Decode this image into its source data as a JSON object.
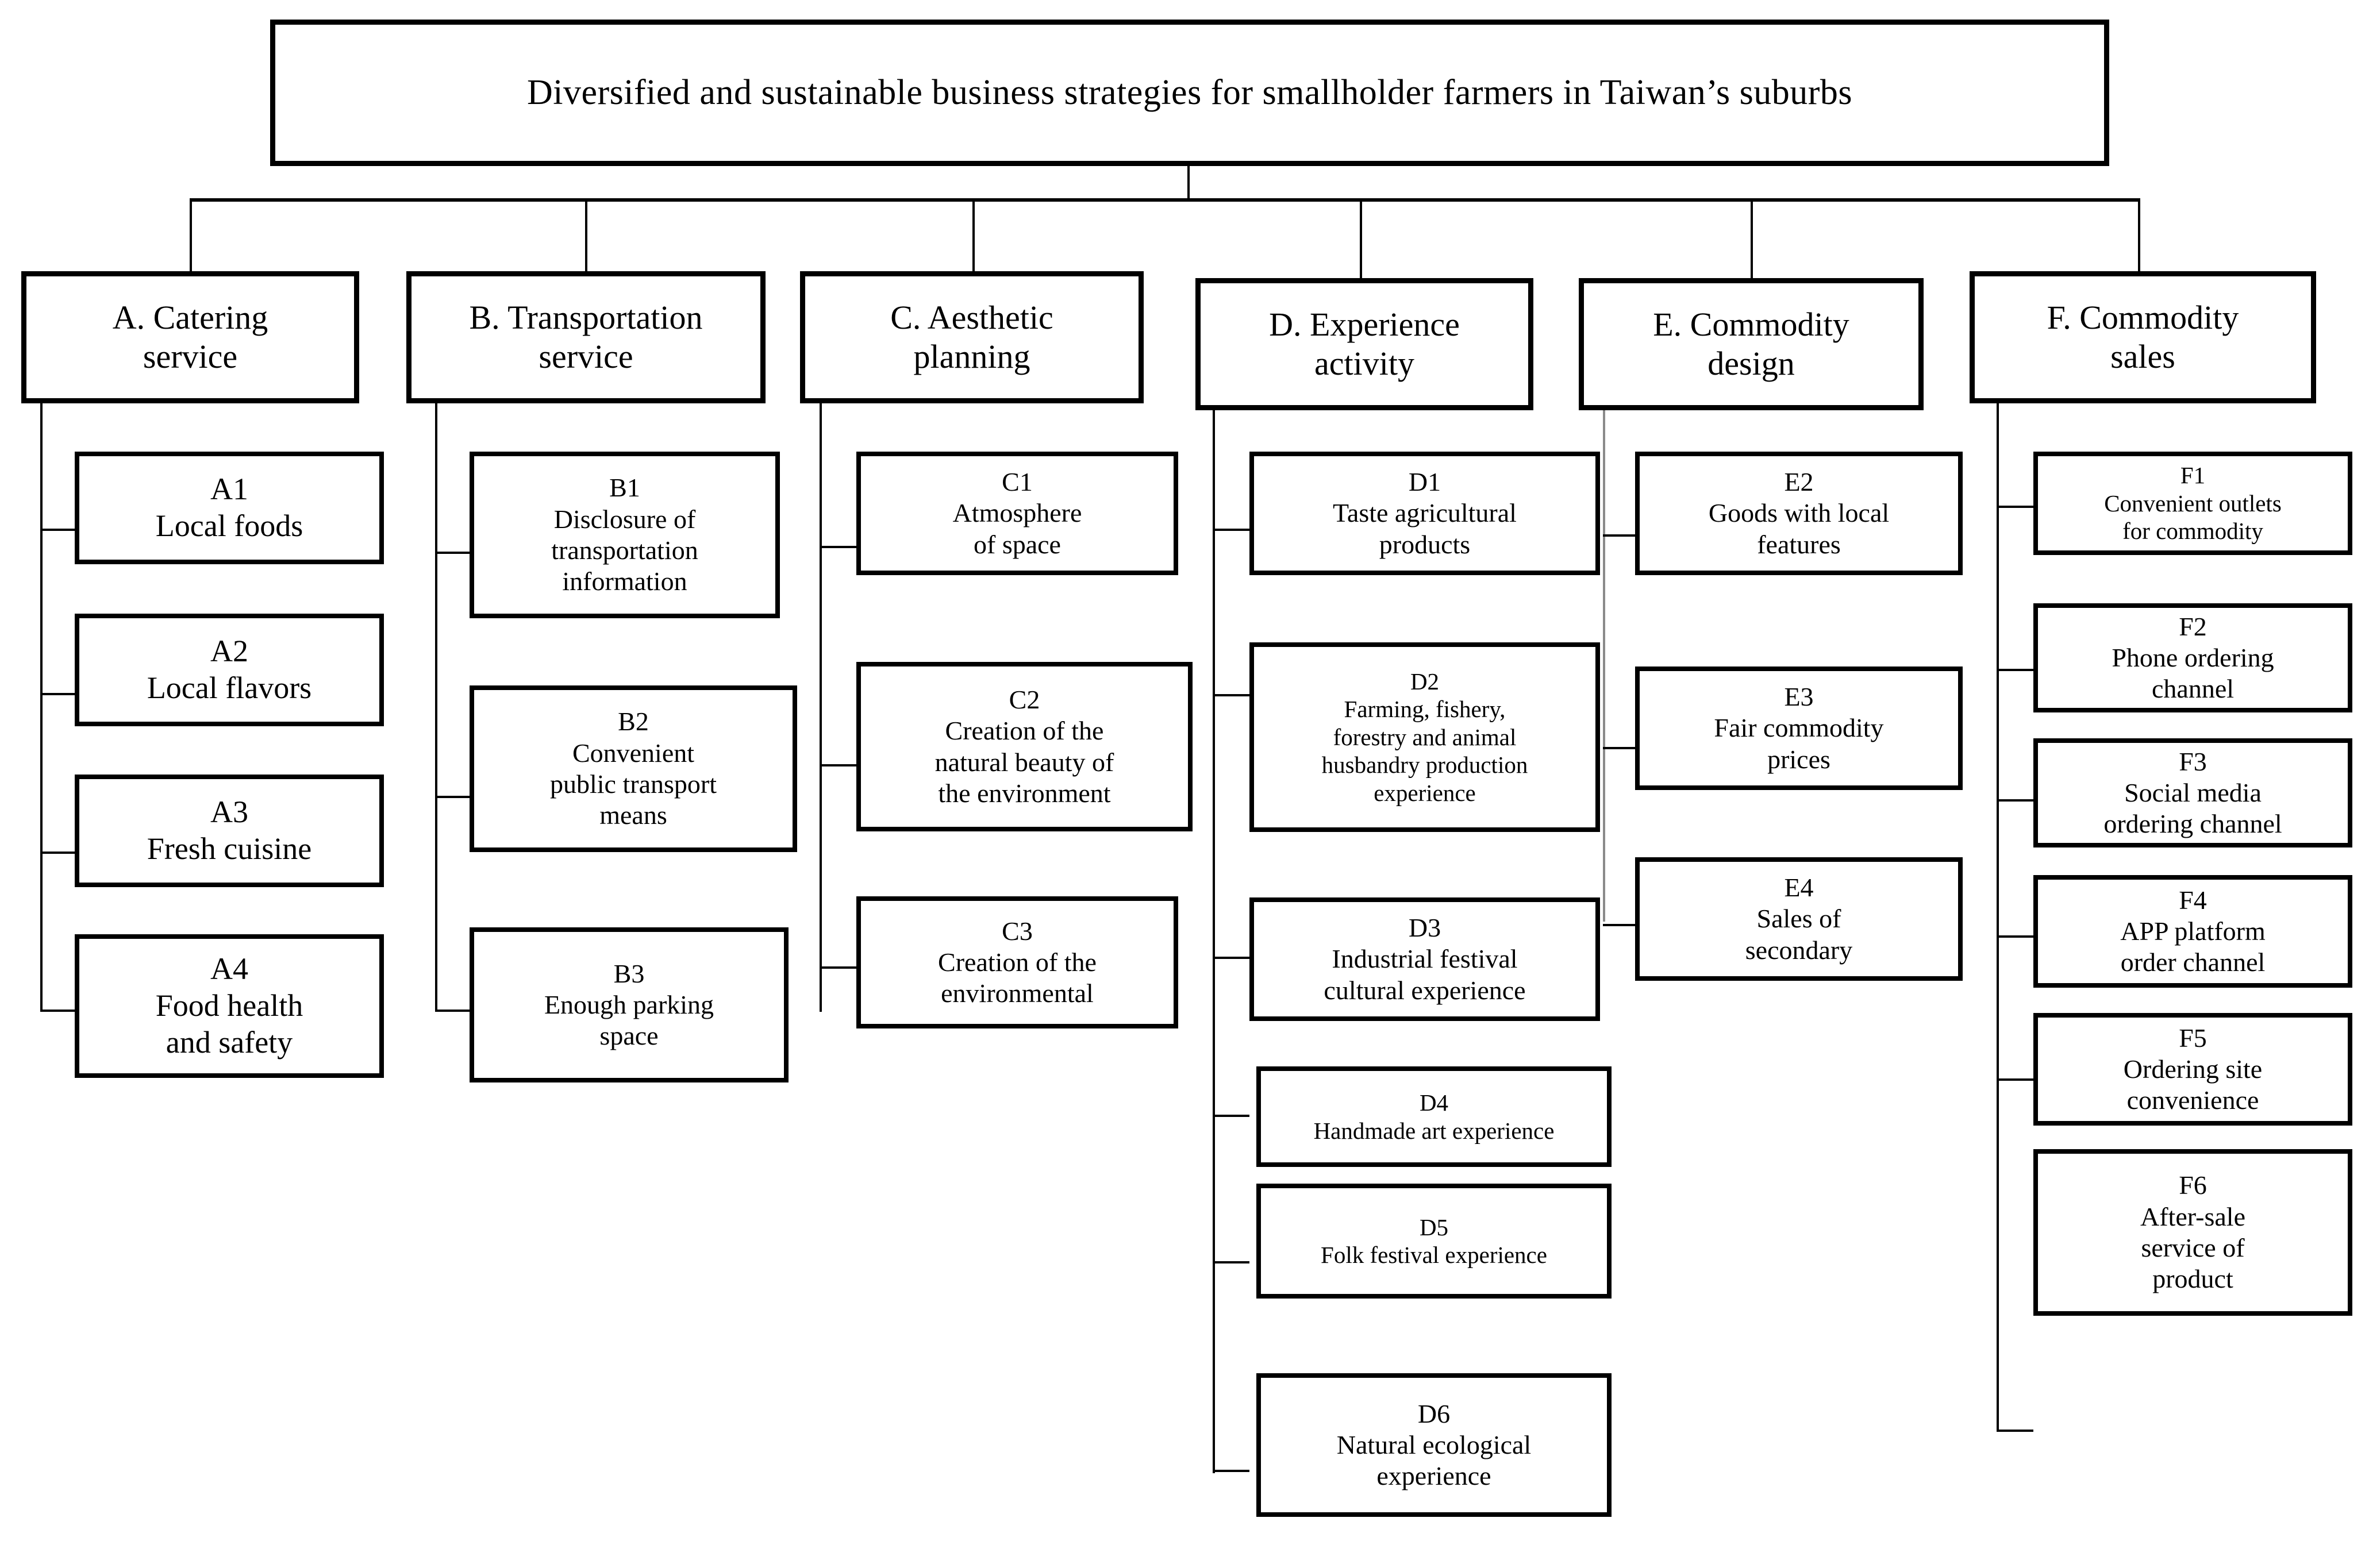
{
  "diagram": {
    "title": "Diversified and sustainable business strategies for smallholder farmers in Taiwan’s suburbs",
    "type": "hierarchy-tree",
    "levels": 2,
    "branch_count": 6,
    "line_color": "#000000",
    "accent_line_color": "#8a8a8a",
    "background": "#ffffff"
  },
  "root": {
    "label": "Diversified and sustainable business strategies for smallholder farmers in Taiwan’s suburbs"
  },
  "branches": [
    {
      "code": "A",
      "label": "A. Catering\nservice",
      "children": [
        {
          "code": "A1",
          "label": "A1\nLocal foods"
        },
        {
          "code": "A2",
          "label": "A2\nLocal flavors"
        },
        {
          "code": "A3",
          "label": "A3\nFresh cuisine"
        },
        {
          "code": "A4",
          "label": "A4\nFood health\nand safety"
        }
      ]
    },
    {
      "code": "B",
      "label": "B. Transportation\nservice",
      "children": [
        {
          "code": "B1",
          "label": "B1\nDisclosure of\ntransportation\ninformation"
        },
        {
          "code": "B2",
          "label": "B2\nConvenient\npublic transport\nmeans"
        },
        {
          "code": "B3",
          "label": "B3\nEnough parking\nspace"
        }
      ]
    },
    {
      "code": "C",
      "label": "C. Aesthetic\nplanning",
      "children": [
        {
          "code": "C1",
          "label": "C1\nAtmosphere\nof space"
        },
        {
          "code": "C2",
          "label": "C2\nCreation of the\nnatural beauty of\nthe environment"
        },
        {
          "code": "C3",
          "label": "C3\nCreation of the\nenvironmental"
        }
      ]
    },
    {
      "code": "D",
      "label": "D. Experience\nactivity",
      "children": [
        {
          "code": "D1",
          "label": "D1\nTaste agricultural\nproducts"
        },
        {
          "code": "D2",
          "label": "D2\nFarming, fishery,\nforestry and animal\nhusbandry production\nexperience"
        },
        {
          "code": "D3",
          "label": "D3\nIndustrial festival\ncultural experience"
        },
        {
          "code": "D4",
          "label": "D4\nHandmade art experience"
        },
        {
          "code": "D5",
          "label": "D5\nFolk festival experience"
        },
        {
          "code": "D6",
          "label": "D6\nNatural ecological\nexperience"
        }
      ]
    },
    {
      "code": "E",
      "label": "E. Commodity\ndesign",
      "children": [
        {
          "code": "E2",
          "label": "E2\nGoods with local\nfeatures"
        },
        {
          "code": "E3",
          "label": "E3\nFair commodity\nprices"
        },
        {
          "code": "E4",
          "label": "E4\nSales of\nsecondary"
        }
      ]
    },
    {
      "code": "F",
      "label": "F. Commodity\nsales",
      "children": [
        {
          "code": "F1",
          "label": "F1\nConvenient outlets\nfor commodity"
        },
        {
          "code": "F2",
          "label": "F2\nPhone ordering\nchannel"
        },
        {
          "code": "F3",
          "label": "F3\nSocial media\nordering channel"
        },
        {
          "code": "F4",
          "label": "F4\nAPP platform\norder channel"
        },
        {
          "code": "F5",
          "label": "F5\nOrdering site\nconvenience"
        },
        {
          "code": "F6",
          "label": "F6\nAfter-sale\nservice of\nproduct"
        }
      ]
    }
  ]
}
